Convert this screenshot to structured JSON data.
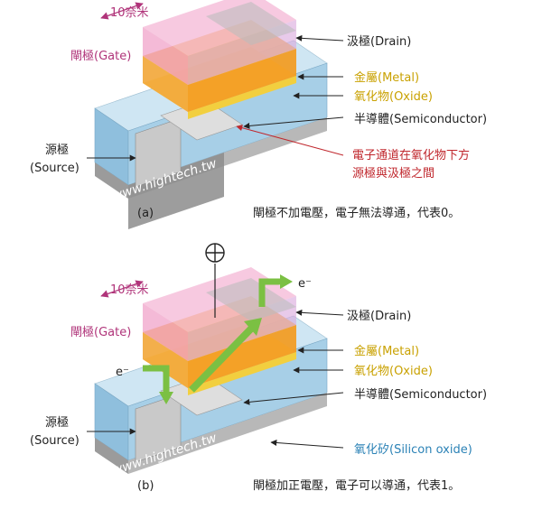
{
  "panel_a": {
    "caption": "(a)",
    "size_label": "10奈米",
    "gate_label": "閘極(Gate)",
    "drain_label": "汲極(Drain)",
    "metal_label": "金屬(Metal)",
    "oxide_label": "氧化物(Oxide)",
    "semiconductor_label": "半導體(Semiconductor)",
    "channel_note_line1": "電子通道在氧化物下方",
    "channel_note_line2": "源極與汲極之間",
    "source_label_line1": "源極",
    "source_label_line2": "(Source)",
    "watermark": "www.hightech.tw",
    "description": "閘極不加電壓，電子無法導通，代表0。"
  },
  "panel_b": {
    "caption": "(b)",
    "plus_symbol": "⊕",
    "size_label": "10奈米",
    "gate_label": "閘極(Gate)",
    "electron_in": "e⁻",
    "electron_out": "e⁻",
    "drain_label": "汲極(Drain)",
    "metal_label": "金屬(Metal)",
    "oxide_label": "氧化物(Oxide)",
    "semiconductor_label": "半導體(Semiconductor)",
    "source_label_line1": "源極",
    "source_label_line2": "(Source)",
    "silicon_oxide_label": "氧化矽(Silicon oxide)",
    "watermark": "www.hightech.tw",
    "description": "閘極加正電壓，電子可以導通，代表1。"
  }
}
